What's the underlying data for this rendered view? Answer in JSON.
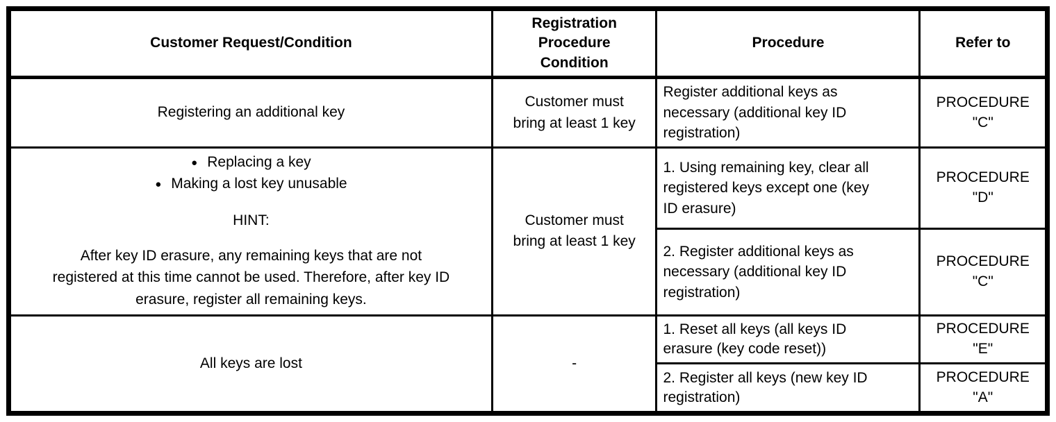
{
  "colors": {
    "background": "#ffffff",
    "border": "#000000",
    "text": "#000000"
  },
  "table": {
    "header": {
      "customer_request": "Customer Request/Condition",
      "registration_condition": "Registration\nProcedure\nCondition",
      "procedure": "Procedure",
      "refer_to": "Refer to"
    },
    "row_additional_key": {
      "request": "Registering an additional key",
      "condition": "Customer must\nbring at least 1 key",
      "procedure": "Register additional keys as\nnecessary (additional key ID\nregistration)",
      "refer_to": "PROCEDURE\n\"C\""
    },
    "row_replace_key": {
      "bullet_glyph": "●",
      "bullets": [
        "Replacing a key",
        "Making a lost key unusable"
      ],
      "hint_label": "HINT:",
      "hint_text": "After key ID erasure, any remaining keys that are not\nregistered at this time cannot be used. Therefore, after key ID\nerasure, register all remaining keys.",
      "condition": "Customer must\nbring at least 1 key",
      "steps": [
        {
          "procedure": "1. Using remaining key, clear all\nregistered keys except one (key\nID erasure)",
          "refer_to": "PROCEDURE\n\"D\""
        },
        {
          "procedure": "2. Register additional keys as\nnecessary (additional key ID\nregistration)",
          "refer_to": "PROCEDURE\n\"C\""
        }
      ]
    },
    "row_all_keys_lost": {
      "request": "All keys are lost",
      "condition": "-",
      "steps": [
        {
          "procedure": "1. Reset all keys (all keys ID\nerasure (key code reset))",
          "refer_to": "PROCEDURE\n\"E\""
        },
        {
          "procedure": "2. Register all keys (new key ID\nregistration)",
          "refer_to": "PROCEDURE\n\"A\""
        }
      ]
    }
  }
}
